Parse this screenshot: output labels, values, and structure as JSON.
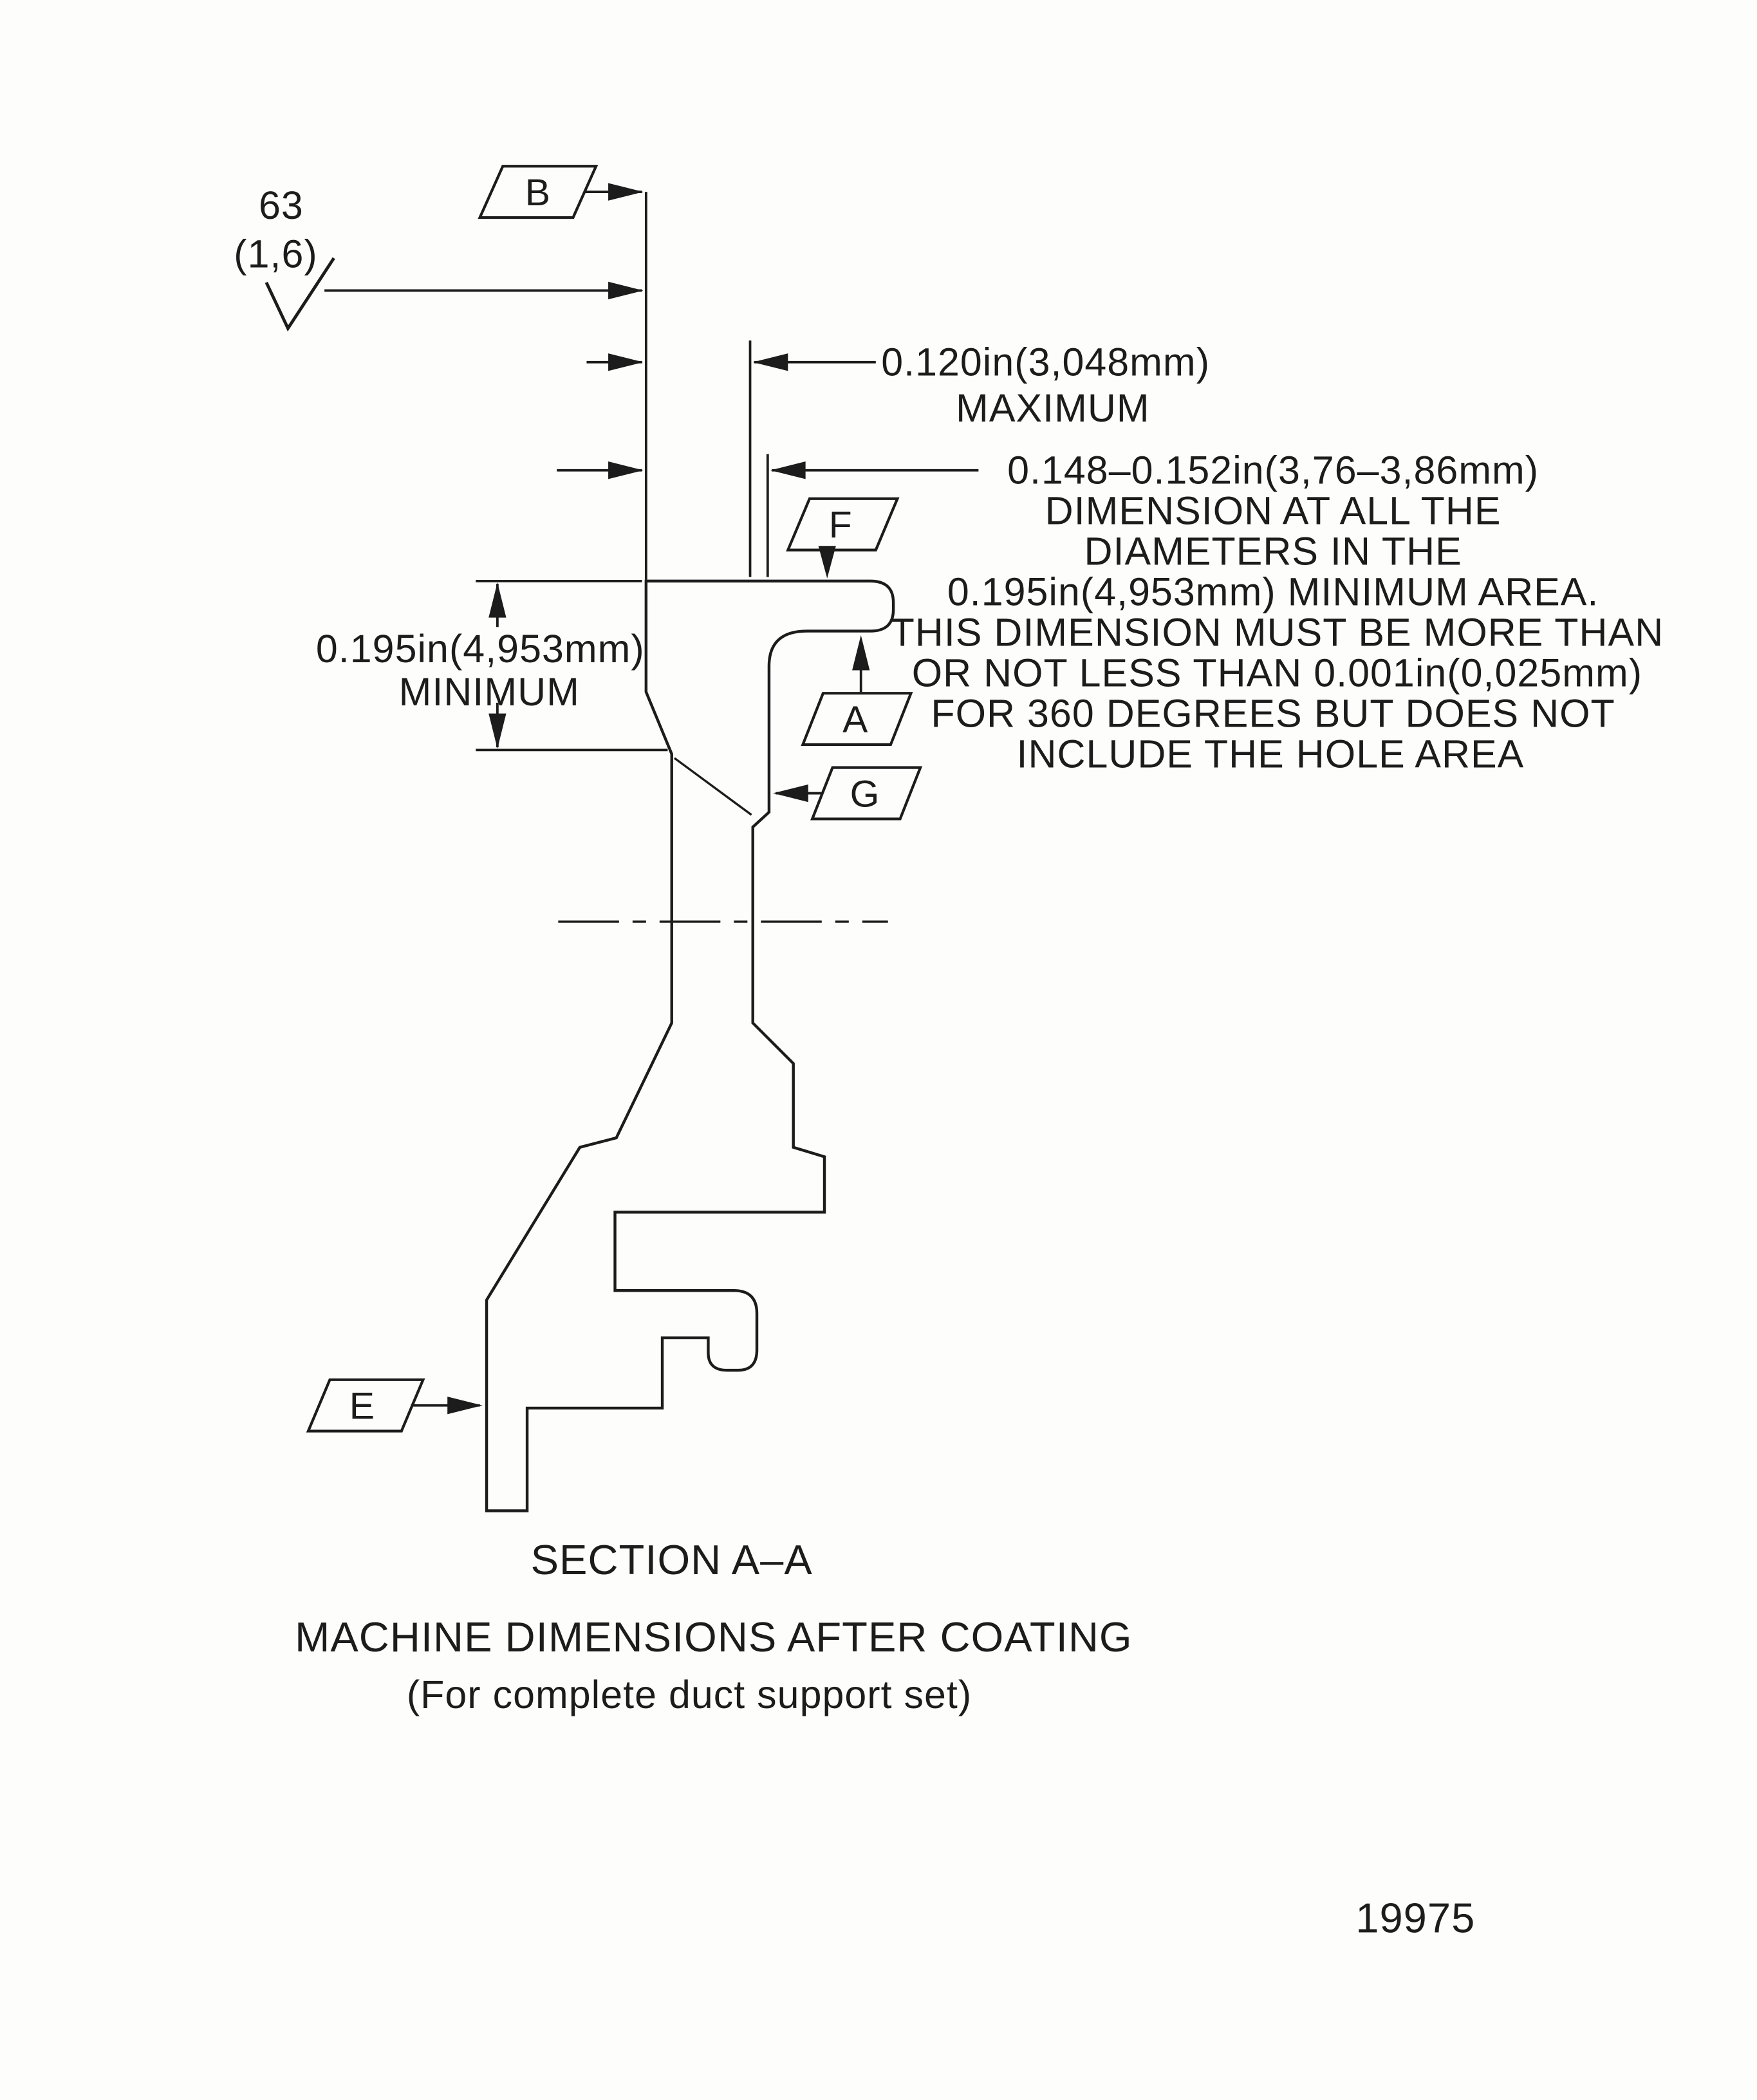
{
  "page": {
    "background_color": "#fdfdfb",
    "ink_color": "#1c1c1c"
  },
  "surface_finish": {
    "value": "63",
    "metric_value": "(1,6)"
  },
  "datum_flags": [
    {
      "label": "B"
    },
    {
      "label": "F"
    },
    {
      "label": "A"
    },
    {
      "label": "G"
    },
    {
      "label": "E"
    }
  ],
  "dimensions": {
    "maximum": {
      "value": "0.120in(3,048mm)",
      "qualifier": "MAXIMUM"
    },
    "minimum": {
      "value": "0.195in(4,953mm)",
      "qualifier": "MINIMUM"
    }
  },
  "note": {
    "lines": [
      "0.148–0.152in(3,76–3,86mm)",
      "DIMENSION AT ALL THE",
      "DIAMETERS IN THE",
      "0.195in(4,953mm) MINIMUM AREA.",
      "THIS DIMENSION MUST BE MORE THAN",
      "OR NOT LESS THAN 0.001in(0,025mm)",
      "FOR 360 DEGREES BUT DOES NOT",
      "INCLUDE THE HOLE AREA"
    ]
  },
  "captions": {
    "section_label": "SECTION A–A",
    "title": "MACHINE DIMENSIONS AFTER COATING",
    "subtitle": "(For complete duct support set)"
  },
  "figure_number": "19975"
}
